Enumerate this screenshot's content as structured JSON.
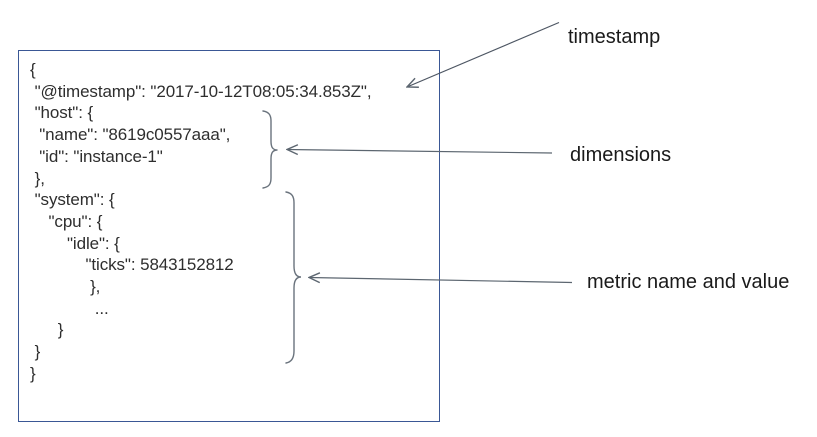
{
  "document": {
    "lines": [
      "{",
      " \"@timestamp\": \"2017-10-12T08:05:34.853Z\",",
      " \"host\": {",
      "  \"name\": \"8619c0557aaa\",",
      "  \"id\": \"instance-1\"",
      " },",
      " \"system\": {",
      "    \"cpu\": {",
      "        \"idle\": {",
      "            \"ticks\": 5843152812",
      "             },",
      "              ...",
      "      }",
      " }",
      "}"
    ]
  },
  "annotations": {
    "timestamp": "timestamp",
    "dimensions": "dimensions",
    "metric": "metric name and value"
  },
  "colors": {
    "box_border": "#3a5795",
    "json_text": "#2e2e2e",
    "label_text": "#1a1a1a",
    "connector": "#5c6670"
  }
}
